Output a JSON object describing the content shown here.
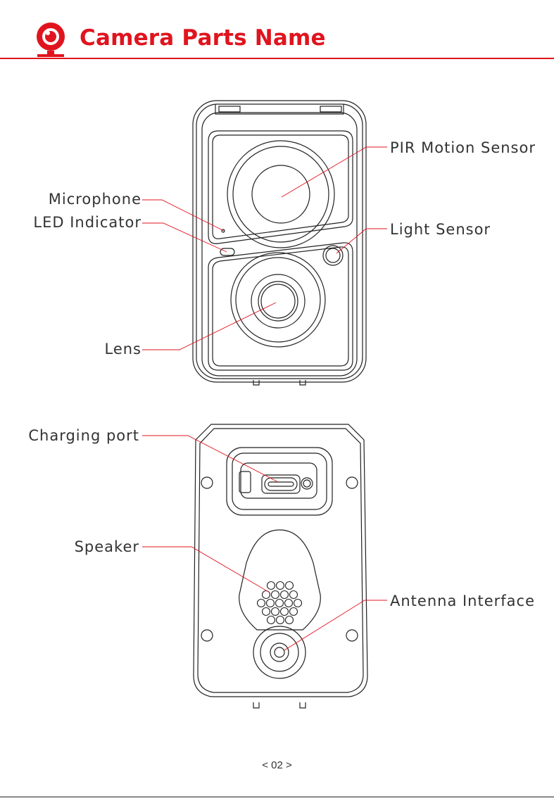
{
  "header": {
    "title": "Camera Parts Name",
    "icon": "camera-icon",
    "accent_color": "#e0141e"
  },
  "front_view": {
    "labels": {
      "pir": "PIR Motion Sensor",
      "microphone": "Microphone",
      "led": "LED Indicator",
      "light_sensor": "Light Sensor",
      "lens": "Lens"
    }
  },
  "back_view": {
    "labels": {
      "charging": "Charging port",
      "speaker": "Speaker",
      "antenna": "Antenna Interface"
    }
  },
  "footer": {
    "page": "< 02 >"
  },
  "colors": {
    "leader_line": "#e0141e",
    "outline": "#222222",
    "text": "#333333"
  }
}
